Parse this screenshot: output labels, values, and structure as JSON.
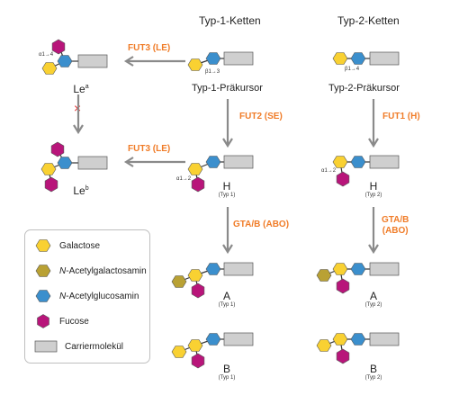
{
  "headers": {
    "typ1": "Typ-1-Ketten",
    "typ2": "Typ-2-Ketten"
  },
  "precursors": {
    "typ1": "Typ-1-Präkursor",
    "typ2": "Typ-2-Präkursor"
  },
  "enzymes": {
    "fut3_top": "FUT3 (LE)",
    "fut3_bottom": "FUT3 (LE)",
    "fut2": "FUT2 (SE)",
    "fut1": "FUT1 (H)",
    "gta_typ1": "GTA/B (ABO)",
    "gta_typ2_line1": "GTA/B",
    "gta_typ2_line2": "(ABO)"
  },
  "linkages": {
    "lea": "α1→4",
    "typ1_prec": "β1→3",
    "typ2_prec": "β1→4",
    "h_typ1": "α1→2",
    "h_typ2": "α1→2"
  },
  "antigens": {
    "lea_base": "Le",
    "lea_sup": "a",
    "leb_base": "Le",
    "leb_sup": "b",
    "h1": "H",
    "h1_sub": "(Typ 1)",
    "h2": "H",
    "h2_sub": "(Typ 2)",
    "a1": "A",
    "a1_sub": "(Typ 1)",
    "a2": "A",
    "a2_sub": "(Typ 2)",
    "b1": "B",
    "b1_sub": "(Typ 1)",
    "b2": "B",
    "b2_sub": "(Typ 2)"
  },
  "blocked_mark": "×",
  "legend": {
    "items": [
      {
        "label": "Galactose",
        "italic_prefix": ""
      },
      {
        "label": "-Acetylgalactosamin",
        "italic_prefix": "N"
      },
      {
        "label": "-Acetylglucosamin",
        "italic_prefix": "N"
      },
      {
        "label": "Fucose",
        "italic_prefix": ""
      },
      {
        "label": "Carriermolekül",
        "italic_prefix": ""
      }
    ]
  },
  "colors": {
    "galactose": "#f9d132",
    "galnac": "#b9a134",
    "glcnac": "#3b8fcd",
    "fucose": "#b8157a",
    "carrier": "#cfcfcf",
    "arrow": "#8a8a8a",
    "enzyme_text": "#f07c28",
    "blocked": "#e03030"
  }
}
